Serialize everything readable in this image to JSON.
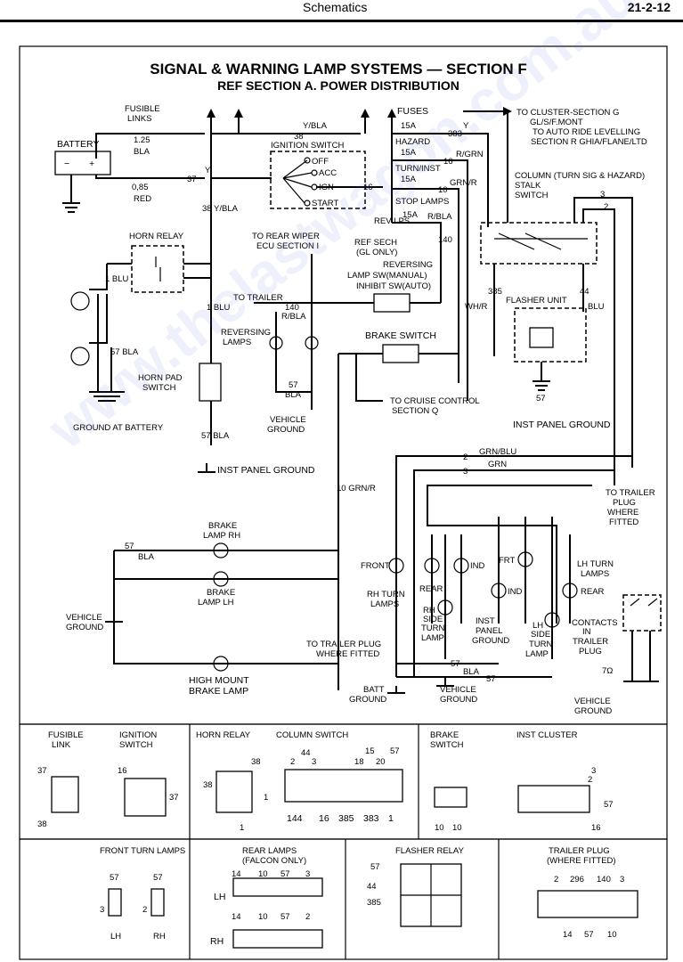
{
  "header": {
    "section": "Schematics",
    "page": "21-2-12"
  },
  "diagram": {
    "title": "SIGNAL & WARNING LAMP SYSTEMS — SECTION F",
    "subtitle": "REF SECTION A. POWER DISTRIBUTION",
    "labels": {
      "fusible_links": [
        "FUSIBLE",
        "LINKS"
      ],
      "battery": "BATTERY",
      "w125": "1.25",
      "bla": "BLA",
      "w085": "0,85",
      "red": "RED",
      "ybla38": "38 Y/BLA",
      "w38ybla": "Y/BLA",
      "n38": "38",
      "n37": "37",
      "y": "Y",
      "ign_switch": "IGNITION SWITCH",
      "off": "OFF",
      "acc": "ACC",
      "ign": "IGN",
      "start": "START",
      "fuses": "FUSES",
      "f15a_1": "15A",
      "hazard": "HAZARD",
      "f15a_2": "15A",
      "turn_inst": "TURN/INST",
      "f15a_3": "15A",
      "stop_lamps": "STOP LAMPS",
      "f15a_4": "15A",
      "rev_lps": "REV LPS",
      "n383": "383",
      "y2": "Y",
      "n16": "16",
      "rgrn": "R/GRN",
      "n10": "10",
      "grnr": "GRN/R",
      "rbla": "R/BLA",
      "n140": "140",
      "to_cluster": [
        "TO CLUSTER-SECTION G",
        "GL/S/F.MONT",
        "TO AUTO RIDE LEVELLING",
        "SECTION R  GHIA/FLANE/LTD"
      ],
      "column_switch": [
        "COLUMN (TURN SIG & HAZARD)",
        "STALK",
        "SWITCH"
      ],
      "n3": "3",
      "n2": "2",
      "horn_relay": "HORN RELAY",
      "to_rear_wiper": [
        "TO REAR WIPER",
        "ECU SECTION I"
      ],
      "ref_sech": [
        "REF SECH",
        "(GL ONLY)"
      ],
      "reversing_sw": [
        "REVERSING",
        "LAMP SW(MANUAL)",
        "INHIBIT SW(AUTO)"
      ],
      "blu1": "1 BLU",
      "blu1b": "1 BLU",
      "to_trailer": "TO TRAILER",
      "n140b": "140",
      "rbla2": "R/BLA",
      "reversing_lamps": [
        "REVERSING",
        "LAMPS"
      ],
      "bla57": "57 BLA",
      "horn_pad": [
        "HORN PAD",
        "SWITCH"
      ],
      "n57a": "57",
      "bla2": "BLA",
      "vehicle_ground": [
        "VEHICLE",
        "GROUND"
      ],
      "ground_batt": "GROUND AT BATTERY",
      "bla57b": "57 BLA",
      "inst_panel_gnd": "INST PANEL GROUND",
      "brake_switch": "BRAKE SWITCH",
      "to_cruise": [
        "TO CRUISE CONTROL",
        "SECTION Q"
      ],
      "n385": "385",
      "whr": "WH/R",
      "flasher_unit": "FLASHER UNIT",
      "n44": "44",
      "blu": "BLU",
      "n57b": "57",
      "inst_panel_gnd2": "INST PANEL GROUND",
      "grnblu": "GRN/BLU",
      "n2b": "2",
      "grn": "GRN",
      "n3b": "3",
      "n10grnr": "10 GRN/R",
      "to_trailer_plug": [
        "TO TRAILER",
        "PLUG",
        "WHERE",
        "FITTED"
      ],
      "brake_lamp_rh": [
        "BRAKE",
        "LAMP RH"
      ],
      "n57c": "57",
      "bla3": "BLA",
      "brake_lamp_lh": [
        "BRAKE",
        "LAMP LH"
      ],
      "vehicle_ground2": [
        "VEHICLE",
        "GROUND"
      ],
      "to_trailer_plug2": [
        "TO TRAILER PLUG",
        "WHERE FITTED"
      ],
      "high_mount": [
        "HIGH MOUNT",
        "BRAKE LAMP"
      ],
      "front": "FRONT",
      "rh_turn": [
        "RH TURN",
        "LAMPS"
      ],
      "rear": "REAR",
      "rh_side": [
        "RH",
        "SIDE",
        "TURN",
        "LAMP"
      ],
      "ind": "IND",
      "frt": "FRT",
      "ind2": "IND",
      "inst_panel_gnd3": [
        "INST",
        "PANEL",
        "GROUND"
      ],
      "lh_side": [
        "LH",
        "SIDE",
        "TURN",
        "LAMP"
      ],
      "lh_turn": [
        "LH TURN",
        "LAMPS"
      ],
      "rear2": "REAR",
      "contacts": [
        "CONTACTS",
        "IN",
        "TRAILER",
        "PLUG"
      ],
      "ohm": "7Ω",
      "n57d": "57",
      "bla4": "BLA",
      "n57e": "57",
      "batt_ground": [
        "BATT",
        "GROUND"
      ],
      "vehicle_ground3": [
        "VEHICLE",
        "GROUND"
      ],
      "vehicle_ground4": [
        "VEHICLE",
        "GROUND"
      ]
    }
  },
  "connectors": {
    "fusible_link": {
      "title": [
        "FUSIBLE",
        "LINK"
      ],
      "pins": [
        "37",
        "38"
      ]
    },
    "ignition_switch": {
      "title": [
        "IGNITION",
        "SWITCH"
      ],
      "pins": [
        "16",
        "37"
      ]
    },
    "horn_relay": {
      "title": "HORN RELAY",
      "pins": [
        "38",
        "38",
        "1",
        "1"
      ]
    },
    "column_switch": {
      "title": "COLUMN SWITCH",
      "top_pins": [
        "2",
        "44",
        "3",
        "18",
        "15",
        "20",
        "57"
      ],
      "bottom_pins": [
        "144",
        "16",
        "385",
        "383",
        "1"
      ]
    },
    "brake_switch": {
      "title": [
        "BRAKE",
        "SWITCH"
      ],
      "pins": [
        "10",
        "10"
      ]
    },
    "inst_cluster": {
      "title": "INST CLUSTER",
      "pins": [
        "3",
        "2",
        "57",
        "16"
      ]
    },
    "front_turn_lamps": {
      "title": "FRONT TURN LAMPS",
      "lh_pins": [
        "57",
        "3"
      ],
      "rh_pins": [
        "57",
        "2"
      ],
      "lh": "LH",
      "rh": "RH"
    },
    "rear_lamps": {
      "title": [
        "REAR LAMPS",
        "(FALCON ONLY)"
      ],
      "lh_pins": [
        "14",
        "10",
        "57",
        "3"
      ],
      "rh_pins": [
        "14",
        "10",
        "57",
        "2"
      ],
      "lh": "LH",
      "rh": "RH"
    },
    "flasher_relay": {
      "title": "FLASHER RELAY",
      "pins": [
        "57",
        "44",
        "385"
      ]
    },
    "trailer_plug": {
      "title": [
        "TRAILER PLUG",
        "(WHERE FITTED)"
      ],
      "top_pins": [
        "2",
        "296",
        "140",
        "3"
      ],
      "bottom_pins": [
        "14",
        "57",
        "10"
      ]
    }
  },
  "watermark": "www.thelastwagon.com.au"
}
